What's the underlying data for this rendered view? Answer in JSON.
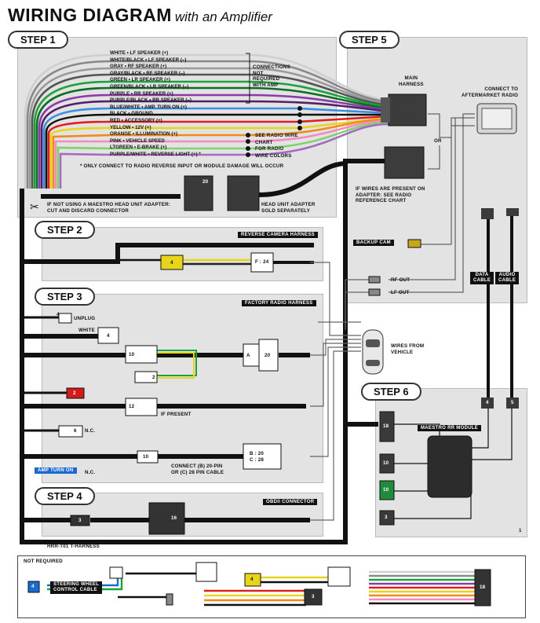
{
  "title": {
    "main": "WIRING DIAGRAM",
    "sub": "with an Amplifier"
  },
  "steps": [
    "STEP 1",
    "STEP 2",
    "STEP 3",
    "STEP 4",
    "STEP 5",
    "STEP 6"
  ],
  "step1": {
    "wires": [
      "WHITE • LF SPEAKER (+)",
      "WHITE/BLACK • LF SPEAKER (–)",
      "GRAY • RF SPEAKER (+)",
      "GRAY/BLACK • RF SPEAKER (–)",
      "GREEN • LR SPEAKER (+)",
      "GREEN/BLACK • LR SPEAKER (–)",
      "PURPLE • RR SPEAKER (+)",
      "PURPLE/BLACK • RR SPEAKER (–)",
      "BLUE/WHITE • AMP. TURN ON (+)",
      "BLACK • GROUND",
      "RED • ACCESSORY (+)",
      "YELLOW • 12V (+)",
      "ORANGE • ILLUMINATION (+)",
      "PINK • VEHICLE SPEED",
      "LTGREEN • E-BRAKE (+)",
      "PURPLE/WHITE • REVERSE LIGHT (+) *"
    ],
    "not_required_note": [
      "CONNECTIONS",
      "NOT",
      "REQUIRED",
      "WITH AMP"
    ],
    "see_radio_note": [
      "SEE RADIO WIRE",
      "CHART",
      "FOR RADIO",
      "WIRE COLORS"
    ],
    "footnote": "* ONLY CONNECT TO RADIO REVERSE INPUT OR MODULE DAMAGE WILL OCCUR",
    "cut_note": [
      "IF NOT USING A MAESTRO HEAD UNIT ADAPTER:",
      "CUT AND DISCARD CONNECTOR"
    ],
    "head_unit_adapter": [
      "HEAD UNIT ADAPTER",
      "SOLD SEPARATELY"
    ],
    "connector_20": "20"
  },
  "step2": {
    "header": "REVERSE CAMERA HARNESS",
    "conn_4": "4",
    "conn_f24": "F : 24"
  },
  "step3": {
    "header": "FACTORY RADIO HARNESS",
    "unplug": "UNPLUG",
    "white": "WHITE",
    "c4a": "4",
    "c4b": "4",
    "c10a": "10",
    "c2": "2",
    "cA": "A",
    "c20": "20",
    "cred2": "2",
    "c12": "12",
    "if_present": "IF PRESENT",
    "c6": "6",
    "nc": "N.C.",
    "c10b": "10",
    "bc": [
      "B : 20",
      "C : 28"
    ],
    "connect_note": [
      "CONNECT (B) 20-PIN",
      "OR (C) 28 PIN CABLE"
    ],
    "amp_turn_on": "AMP TURN ON",
    "amp_nc": "N.C."
  },
  "step4": {
    "header": "OBDII CONNECTOR",
    "c3": "3",
    "c16": "16"
  },
  "step5": {
    "main_harness": [
      "MAIN",
      "HARNESS"
    ],
    "connect_to": [
      "CONNECT TO",
      "AFTERMARKET RADIO"
    ],
    "or": "OR",
    "adapter_note": [
      "IF WIRES ARE PRESENT ON",
      "ADAPTER: SEE RADIO",
      "REFERENCE CHART"
    ],
    "backup_cam": "BACKUP CAM",
    "rf_out": "RF OUT",
    "lf_out": "LF OUT",
    "data_cable": [
      "DATA",
      "CABLE"
    ],
    "audio_cable": [
      "AUDIO",
      "CABLE"
    ]
  },
  "vehicle": [
    "WIRES FROM",
    "VEHICLE"
  ],
  "step6": {
    "module": "MAESTRO RR MODULE",
    "c18": "18",
    "c10a": "10",
    "c10b": "10",
    "c3": "3",
    "c4": "4",
    "c5": "5"
  },
  "t_harness": "HRR-T01 T-HARNESS",
  "not_required": {
    "header": "NOT REQUIRED",
    "steering": [
      "STEERING WHEEL",
      "CONTROL CABLE"
    ],
    "c4": "4",
    "c4y": "4",
    "c3": "3",
    "c18": "18"
  },
  "page_number": "1"
}
